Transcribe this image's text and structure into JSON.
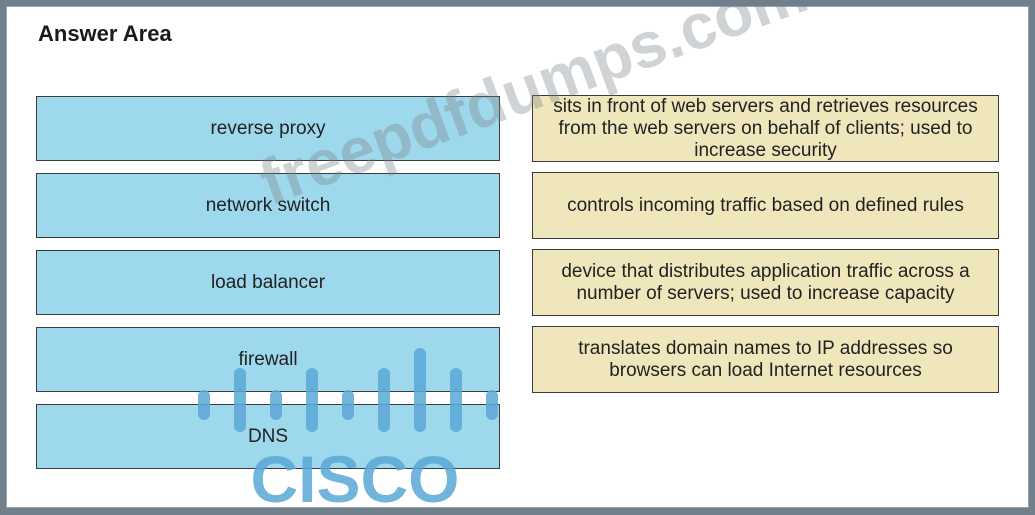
{
  "title": "Answer Area",
  "terms": [
    {
      "label": "reverse proxy"
    },
    {
      "label": "network switch"
    },
    {
      "label": "load balancer"
    },
    {
      "label": "firewall"
    },
    {
      "label": "DNS"
    }
  ],
  "definitions": [
    {
      "text": "sits in front of web servers and retrieves resources from the web servers on behalf of clients; used to increase security"
    },
    {
      "text": "controls incoming traffic based on defined rules"
    },
    {
      "text": "device that distributes application traffic across a number of servers; used to increase capacity"
    },
    {
      "text": "translates domain names to IP addresses so browsers can load Internet resources"
    }
  ],
  "watermark": "freepdfdumps.com",
  "logo_text": "CISCO",
  "colors": {
    "term_bg": "#9ed8ec",
    "definition_bg": "#f0e6bc",
    "logo": "#5aa9d6"
  }
}
